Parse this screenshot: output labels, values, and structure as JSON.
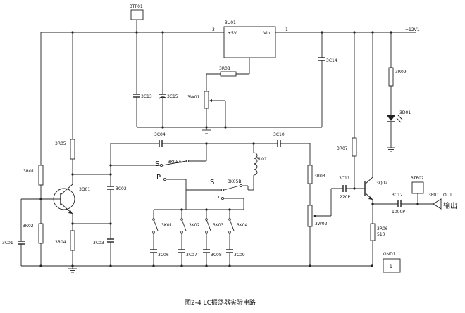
{
  "labels": {
    "tp01": "3TP01",
    "u01": "3U01",
    "u01_pin3": "3",
    "u01_pin1": "1",
    "u01_in": "+5V",
    "u01_out": "Vin",
    "vcc": "+12V1",
    "r08": "3R08",
    "w01": "3W01",
    "c13": "3C13",
    "c15": "3C15",
    "c14": "3C14",
    "r09": "3R09",
    "d01": "3D01",
    "r05": "3R05",
    "r01": "3R01",
    "r02": "3R02",
    "r04": "3R04",
    "c01": "3C01",
    "c02": "3C02",
    "c03": "3C03",
    "q01": "3Q01",
    "c04": "3C04",
    "c10": "3C10",
    "l01": "3L01",
    "k05a": "3K05A",
    "k05b": "3K05B",
    "sw_s1": "S",
    "sw_p1": "P",
    "sw_s2": "S",
    "sw_p2": "P",
    "k01": "3K01",
    "k02": "3K02",
    "k03": "3K03",
    "k04": "3K04",
    "c06": "3C06",
    "c07": "3C07",
    "c08": "3C08",
    "c09": "3C09",
    "r03": "3R03",
    "w02": "3W02",
    "r07": "3R07",
    "c11": "3C11",
    "c11_val": "220P",
    "q02": "3Q02",
    "tp02": "3TP02",
    "p01": "3P01",
    "out": "OUT",
    "out_cn": "输出",
    "c12": "3C12",
    "c12_val": "1000P",
    "r06": "3R06",
    "r06_val": "510",
    "gnd1": "GND1",
    "gnd1_pin": "1"
  },
  "caption": "图2-4   LC振荡器实验电路"
}
